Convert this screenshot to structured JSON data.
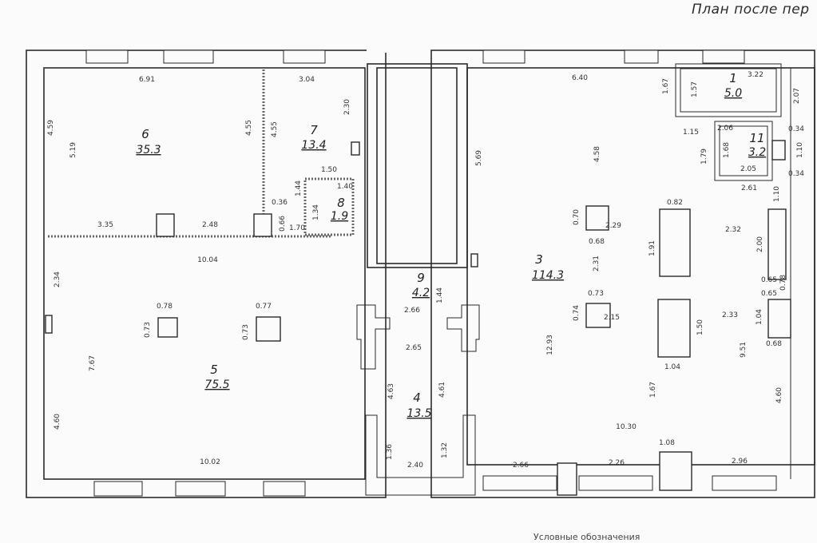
{
  "title": "План после пер",
  "footer": "Условные обозначения",
  "rooms": [
    {
      "num": "1",
      "area": "5.0"
    },
    {
      "num": "3",
      "area": "114.3"
    },
    {
      "num": "4",
      "area": "13.5"
    },
    {
      "num": "5",
      "area": "75.5"
    },
    {
      "num": "6",
      "area": "35.3"
    },
    {
      "num": "7",
      "area": "13.4"
    },
    {
      "num": "8",
      "area": "1.9"
    },
    {
      "num": "9",
      "area": "4.2"
    },
    {
      "num": "11",
      "area": "3.2"
    }
  ],
  "dimensions": [
    "6.91",
    "4.59",
    "5.19",
    "4.55",
    "3.35",
    "2.48",
    "3.04",
    "4.55",
    "2.30",
    "1.50",
    "0.36",
    "1.44",
    "1.40",
    "1.34",
    "0.66",
    "1.70",
    "10.04",
    "2.34",
    "0.78",
    "0.73",
    "0.77",
    "0.73",
    "7.67",
    "4.60",
    "10.02",
    "5.69",
    "1.44",
    "2.66",
    "2.65",
    "4.63",
    "4.61",
    "1.36",
    "1.32",
    "2.40",
    "6.40",
    "4.58",
    "0.70",
    "0.68",
    "2.29",
    "0.82",
    "1.91",
    "2.31",
    "0.73",
    "0.74",
    "2.15",
    "1.50",
    "1.04",
    "12.93",
    "1.67",
    "10.30",
    "2.66",
    "1.08",
    "2.26",
    "2.96",
    "1.67",
    "1.57",
    "3.22",
    "2.07",
    "1.15",
    "2.06",
    "0.34",
    "1.79",
    "1.68",
    "2.05",
    "1.10",
    "0.34",
    "2.61",
    "1.10",
    "2.32",
    "2.00",
    "0.65",
    "0.78",
    "0.65",
    "2.33",
    "1.04",
    "0.68",
    "9.51",
    "4.60"
  ]
}
